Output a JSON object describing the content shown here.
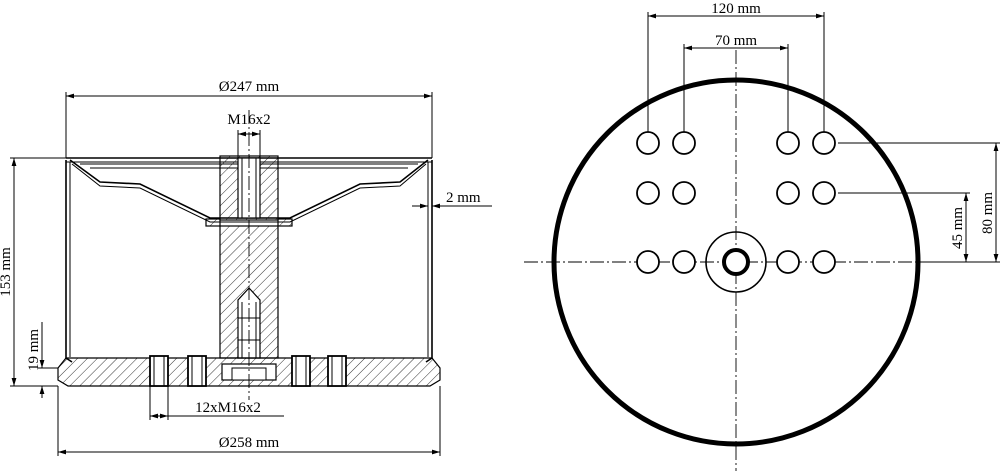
{
  "drawing": {
    "side_view": {
      "top_diameter": "Ø247 mm",
      "thread_top": "M16x2",
      "wall_thickness": "2 mm",
      "height": "153 mm",
      "base_height": "19 mm",
      "bolt_label": "12xM16x2",
      "base_diameter": "Ø258 mm"
    },
    "top_view": {
      "outer_spacing": "120 mm",
      "inner_spacing": "70 mm",
      "row_spacing_small": "45 mm",
      "row_spacing_large": "80 mm"
    }
  }
}
